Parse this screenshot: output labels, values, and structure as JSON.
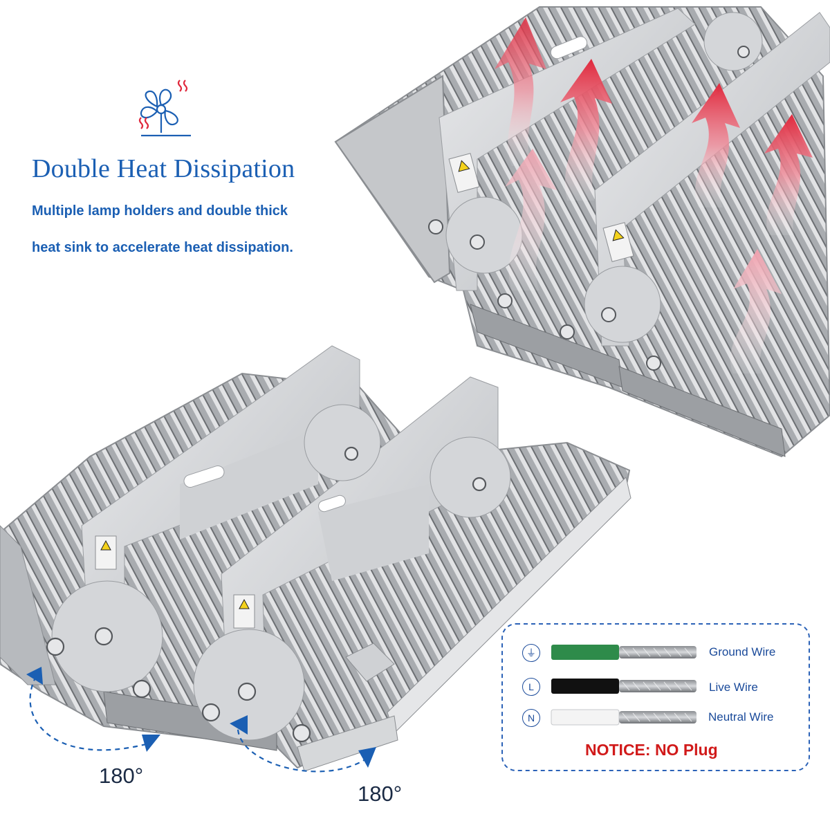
{
  "feature": {
    "icon": "fan-heat-icon",
    "title": "Double Heat Dissipation",
    "line1": "Multiple lamp holders and double thick",
    "line2": "heat sink to accelerate heat dissipation."
  },
  "rotation": {
    "left_angle": "180°",
    "right_angle": "180°"
  },
  "wiring": {
    "wires": [
      {
        "symbol": "ground-symbol-icon",
        "mark": "⏚",
        "label": "Ground Wire",
        "color": "#2e8b4a"
      },
      {
        "symbol": "live-symbol-icon",
        "mark": "L",
        "label": "Live Wire",
        "color": "#111111"
      },
      {
        "symbol": "neutral-symbol-icon",
        "mark": "N",
        "label": "Neutral Wire",
        "color": "#f4f4f4"
      }
    ],
    "notice": "NOTICE: NO Plug"
  },
  "colors": {
    "brand_blue": "#1b5fb3",
    "notice_red": "#d11a1a",
    "heat_red": "#e0283c"
  }
}
